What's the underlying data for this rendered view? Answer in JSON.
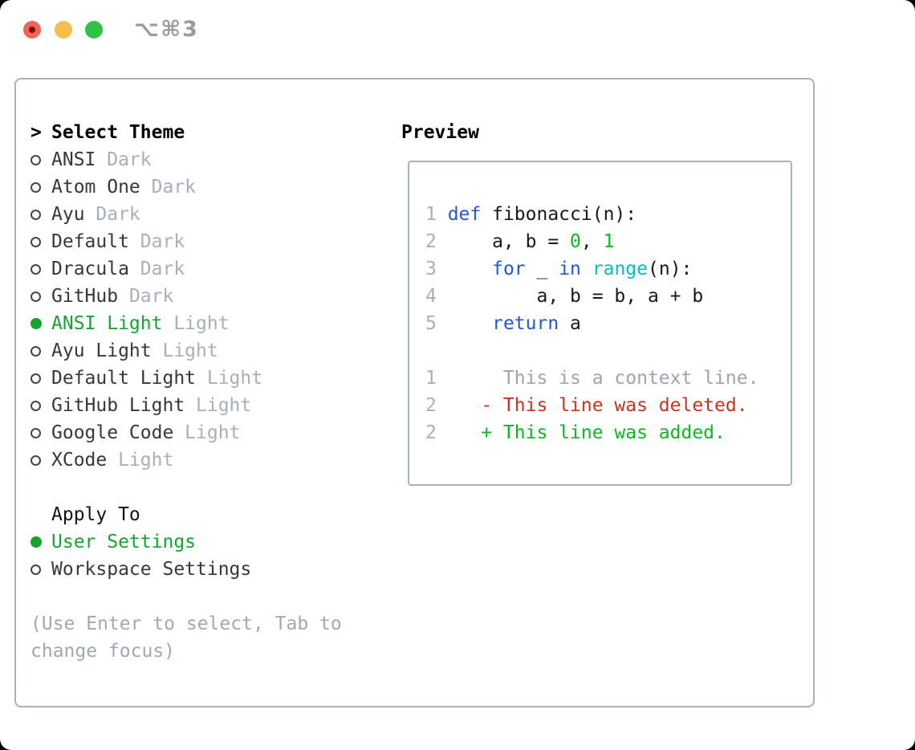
{
  "window": {
    "shortcut": "⌥⌘3"
  },
  "panel": {
    "theme_section": {
      "prompt": ">",
      "title": "Select Theme",
      "themes": [
        {
          "name": "ANSI",
          "tag": "Dark",
          "selected": false
        },
        {
          "name": "Atom One",
          "tag": "Dark",
          "selected": false
        },
        {
          "name": "Ayu",
          "tag": "Dark",
          "selected": false
        },
        {
          "name": "Default",
          "tag": "Dark",
          "selected": false
        },
        {
          "name": "Dracula",
          "tag": "Dark",
          "selected": false
        },
        {
          "name": "GitHub",
          "tag": "Dark",
          "selected": false
        },
        {
          "name": "ANSI Light",
          "tag": "Light",
          "selected": true
        },
        {
          "name": "Ayu Light",
          "tag": "Light",
          "selected": false
        },
        {
          "name": "Default Light",
          "tag": "Light",
          "selected": false
        },
        {
          "name": "GitHub Light",
          "tag": "Light",
          "selected": false
        },
        {
          "name": "Google Code",
          "tag": "Light",
          "selected": false
        },
        {
          "name": "XCode",
          "tag": "Light",
          "selected": false
        }
      ]
    },
    "apply_section": {
      "title": "Apply To",
      "options": [
        {
          "name": "User Settings",
          "selected": true
        },
        {
          "name": "Workspace Settings",
          "selected": false
        }
      ]
    },
    "hint_lines": [
      "(Use Enter to select, Tab to",
      "change focus)"
    ]
  },
  "preview": {
    "title": "Preview",
    "code_lines": [
      {
        "num": "1",
        "segments": [
          {
            "t": " ",
            "c": "plain"
          },
          {
            "t": "def",
            "c": "kw"
          },
          {
            "t": " fibonacci(n):",
            "c": "plain"
          }
        ]
      },
      {
        "num": "2",
        "segments": [
          {
            "t": "     a, b = ",
            "c": "plain"
          },
          {
            "t": "0",
            "c": "num"
          },
          {
            "t": ", ",
            "c": "plain"
          },
          {
            "t": "1",
            "c": "num"
          }
        ]
      },
      {
        "num": "3",
        "segments": [
          {
            "t": "     ",
            "c": "plain"
          },
          {
            "t": "for",
            "c": "kw"
          },
          {
            "t": " _ ",
            "c": "plain"
          },
          {
            "t": "in",
            "c": "kw"
          },
          {
            "t": " ",
            "c": "plain"
          },
          {
            "t": "range",
            "c": "fn"
          },
          {
            "t": "(n):",
            "c": "plain"
          }
        ]
      },
      {
        "num": "4",
        "segments": [
          {
            "t": "         a, b = b, a + b",
            "c": "plain"
          }
        ]
      },
      {
        "num": "5",
        "segments": [
          {
            "t": "     ",
            "c": "plain"
          },
          {
            "t": "return",
            "c": "kw"
          },
          {
            "t": " a",
            "c": "plain"
          }
        ]
      },
      {
        "num": "",
        "segments": []
      },
      {
        "num": "1",
        "segments": [
          {
            "t": "      This is a context line.",
            "c": "ctx"
          }
        ]
      },
      {
        "num": "2",
        "segments": [
          {
            "t": "    - This line was deleted.",
            "c": "del"
          }
        ]
      },
      {
        "num": "2",
        "segments": [
          {
            "t": "    + This line was added.",
            "c": "add"
          }
        ]
      }
    ]
  },
  "colors": {
    "selection_green": "#16a42e",
    "keyword_blue": "#2356d8",
    "number_green": "#0bb81d",
    "function_cyan": "#00bfca",
    "deleted_red": "#c9331f",
    "added_green": "#0bb81d",
    "context_gray": "#9aa5b1",
    "code_text": "#17191d",
    "list_text": "#33383f",
    "muted_gray": "#a6b0bb",
    "hint_gray": "#9fa9b4",
    "border_gray": "#a9b1bc",
    "traffic_red": "#f0655a",
    "traffic_red_dot": "#7b150b",
    "traffic_yellow": "#f7bd4a",
    "traffic_green": "#33c248"
  }
}
